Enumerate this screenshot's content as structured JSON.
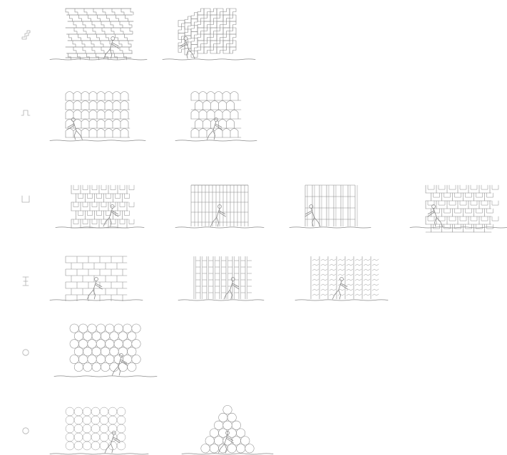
{
  "colors": {
    "background": "#ffffff",
    "stroke": "#8a8a8a",
    "icon_stroke": "#b0b0b0"
  },
  "rows": [
    {
      "row_id": "stepped-tile",
      "icon": "step-block-icon",
      "panels": [
        {
          "pattern": "stepped-brick",
          "figure": "right"
        },
        {
          "pattern": "interlock",
          "figure": "left",
          "silhouette": "stepped"
        }
      ]
    },
    {
      "row_id": "arch-tile",
      "icon": "arch-block-icon",
      "panels": [
        {
          "pattern": "arches",
          "figure": "left"
        },
        {
          "pattern": "arches-offset",
          "figure": "center"
        }
      ]
    },
    {
      "row_id": "u-tile",
      "icon": "u-block-icon",
      "panels": [
        {
          "pattern": "u-brick",
          "figure": "right"
        },
        {
          "pattern": "dense-vertical",
          "figure": "center"
        },
        {
          "pattern": "grid-vertical",
          "figure": "left"
        },
        {
          "pattern": "u-brick-wide",
          "figure": "left"
        }
      ]
    },
    {
      "row_id": "h-tile",
      "icon": "h-block-icon",
      "panels": [
        {
          "pattern": "h-brick",
          "figure": "center"
        },
        {
          "pattern": "h-vertical",
          "figure": "right"
        },
        {
          "pattern": "h-vertical-fine",
          "figure": "center"
        }
      ]
    },
    {
      "row_id": "circle-stack",
      "icon": "circle-block-icon",
      "panels": [
        {
          "pattern": "circles-offset",
          "figure": "right"
        }
      ]
    },
    {
      "row_id": "circle-grid",
      "icon": "circle-block-icon",
      "panels": [
        {
          "pattern": "circles-grid",
          "figure": "right"
        },
        {
          "pattern": "circles-pyramid",
          "figure": "center"
        }
      ]
    }
  ]
}
